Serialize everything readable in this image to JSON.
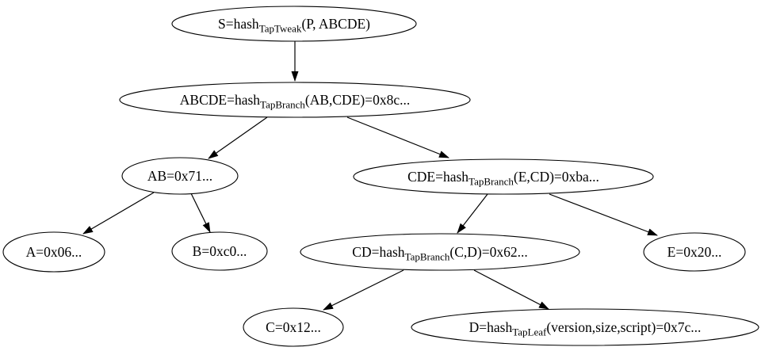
{
  "diagram": {
    "title": "taproot-script-merkle-tree",
    "background_color": "#ffffff",
    "stroke_color": "#000000",
    "text_color": "#000000"
  },
  "nodes": [
    {
      "id": "S",
      "pre": "S=hash",
      "sub": "TapTweak",
      "post": "(P, ABCDE)"
    },
    {
      "id": "ABCDE",
      "pre": "ABCDE=hash",
      "sub": "TapBranch",
      "post": "(AB,CDE)=0x8c..."
    },
    {
      "id": "AB",
      "pre": "AB=0x71...",
      "sub": "",
      "post": ""
    },
    {
      "id": "CDE",
      "pre": "CDE=hash",
      "sub": "TapBranch",
      "post": "(E,CD)=0xba..."
    },
    {
      "id": "A",
      "pre": "A=0x06...",
      "sub": "",
      "post": ""
    },
    {
      "id": "B",
      "pre": "B=0xc0...",
      "sub": "",
      "post": ""
    },
    {
      "id": "CD",
      "pre": "CD=hash",
      "sub": "TapBranch",
      "post": "(C,D)=0x62..."
    },
    {
      "id": "E",
      "pre": "E=0x20...",
      "sub": "",
      "post": ""
    },
    {
      "id": "C",
      "pre": "C=0x12...",
      "sub": "",
      "post": ""
    },
    {
      "id": "D",
      "pre": "D=hash",
      "sub": "TapLeaf",
      "post": "(version,size,script)=0x7c..."
    }
  ],
  "edges": [
    {
      "from": "S",
      "to": "ABCDE"
    },
    {
      "from": "ABCDE",
      "to": "AB"
    },
    {
      "from": "ABCDE",
      "to": "CDE"
    },
    {
      "from": "AB",
      "to": "A"
    },
    {
      "from": "AB",
      "to": "B"
    },
    {
      "from": "CDE",
      "to": "CD"
    },
    {
      "from": "CDE",
      "to": "E"
    },
    {
      "from": "CD",
      "to": "C"
    },
    {
      "from": "CD",
      "to": "D"
    }
  ]
}
